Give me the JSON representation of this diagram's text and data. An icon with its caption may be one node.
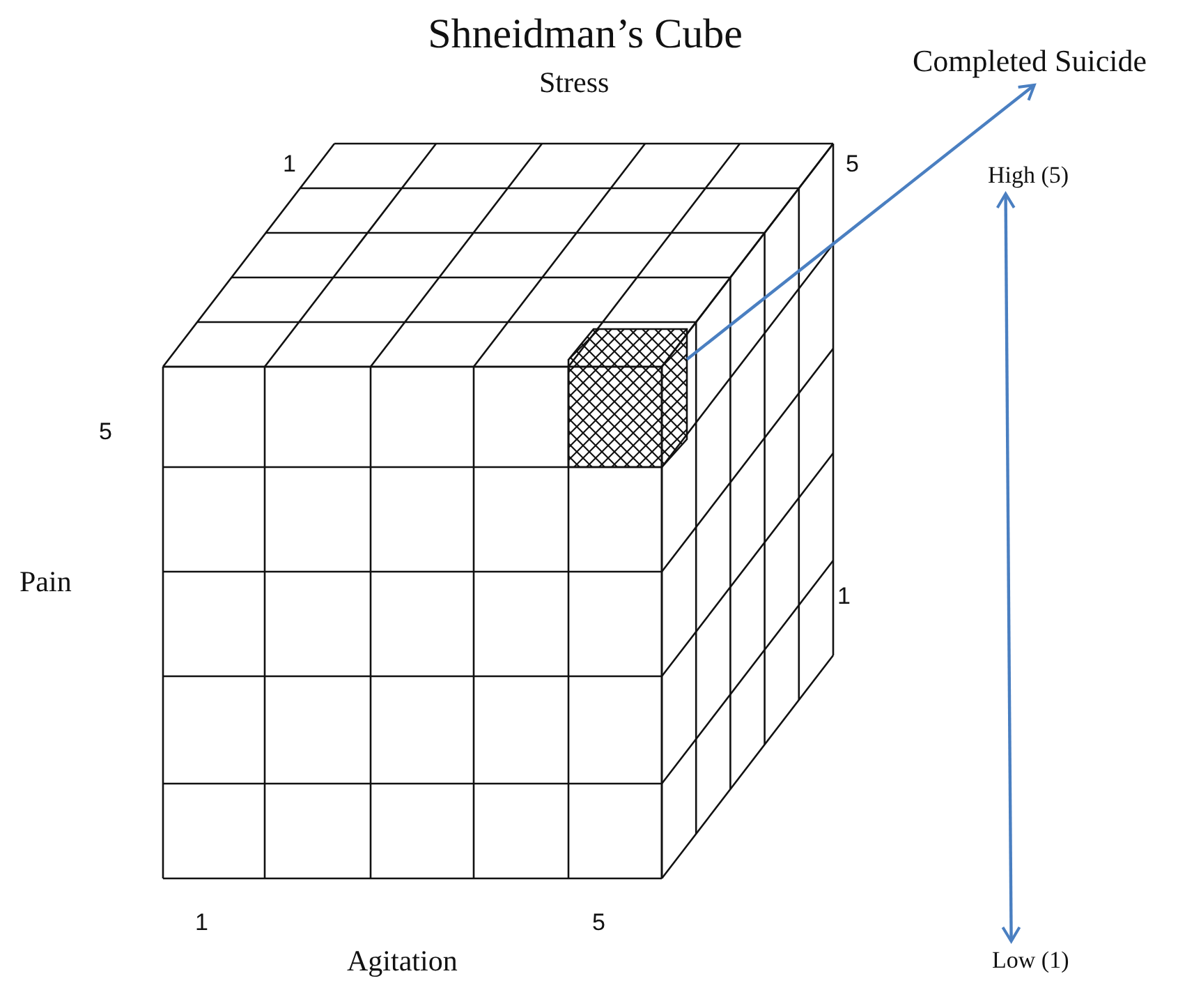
{
  "diagram": {
    "title": "Shneidman’s Cube",
    "nodes": [
      {
        "text": [],
        "shape": "box"
      },
      {
        "text": [
          "Completed Suicide"
        ]
      },
      {
        "text": [
          "High (5)"
        ]
      },
      {
        "text": [
          "Low (1)"
        ]
      }
    ],
    "edges": [
      {
        "from": 0,
        "to": 1,
        "arrow": "to",
        "color": "#4a7fc1"
      },
      {
        "from": 2,
        "to": 3,
        "arrow": "both",
        "color": "#4a7fc1"
      }
    ],
    "labels": [
      "Stress",
      "1",
      "5",
      "5",
      "Pain",
      "1",
      "1",
      "5",
      "Agitation"
    ]
  }
}
